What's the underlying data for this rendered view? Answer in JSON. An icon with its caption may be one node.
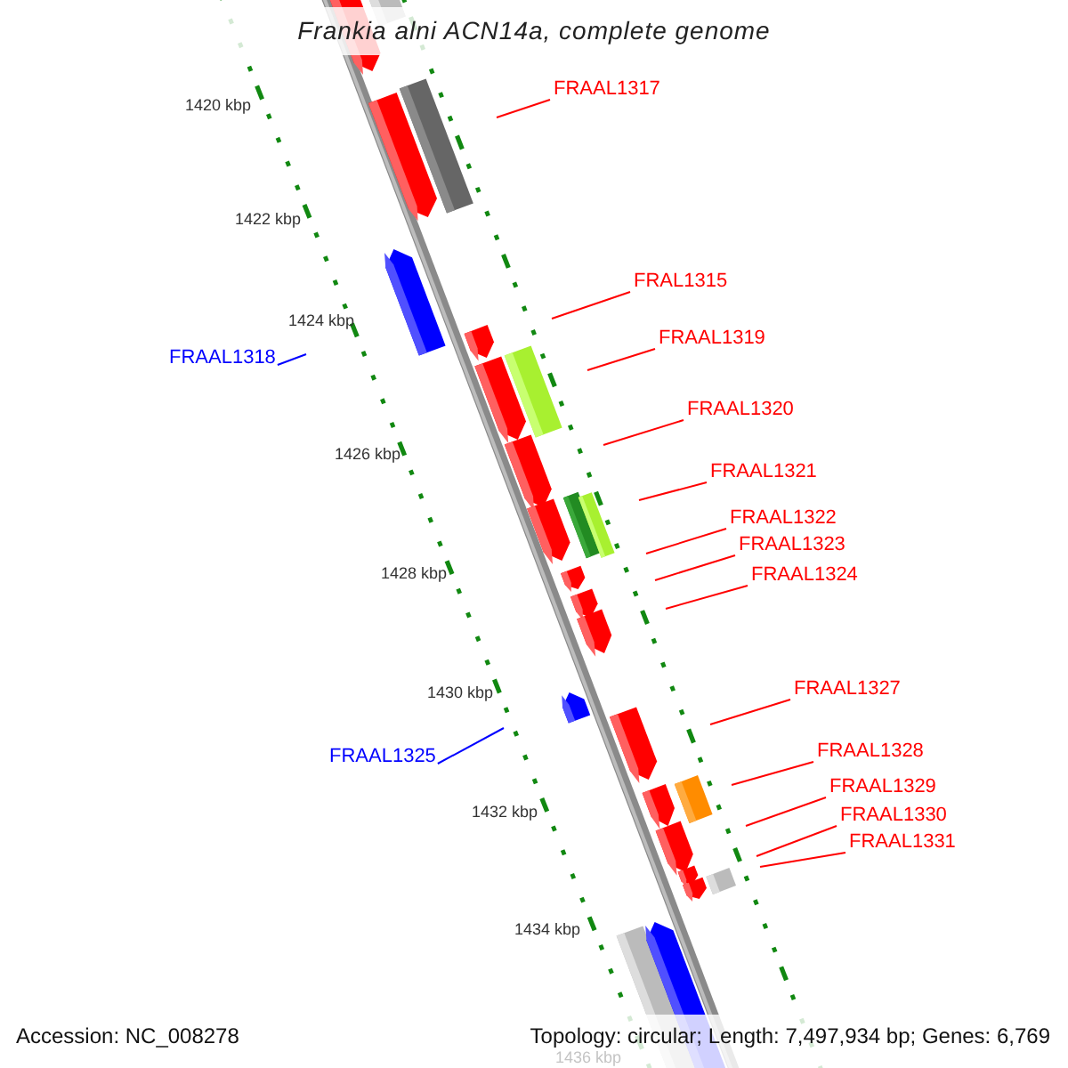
{
  "diagram": {
    "title": "Frankia alni ACN14a, complete genome",
    "nodes": [
      {
        "text": [
          "FRAAL1317"
        ]
      },
      {
        "text": [
          "FRAL1315"
        ]
      },
      {
        "text": [
          "FRAAL1319"
        ]
      },
      {
        "text": [
          "FRAAL1318"
        ]
      },
      {
        "text": [
          "FRAAL1320"
        ]
      },
      {
        "text": [
          "FRAAL1321"
        ]
      },
      {
        "text": [
          "FRAAL1322"
        ]
      },
      {
        "text": [
          "FRAAL1323"
        ]
      },
      {
        "text": [
          "FRAAL1324"
        ]
      },
      {
        "text": [
          "FRAAL1327"
        ]
      },
      {
        "text": [
          "FRAAL1328"
        ]
      },
      {
        "text": [
          "FRAAL1325"
        ]
      },
      {
        "text": [
          "FRAAL1329"
        ]
      },
      {
        "text": [
          "FRAAL1330"
        ]
      },
      {
        "text": [
          "FRAAL1331"
        ]
      }
    ],
    "edges": [
      {
        "from": 0,
        "to": null,
        "arrow": "none"
      },
      {
        "from": 1,
        "to": null,
        "arrow": "none"
      },
      {
        "from": 2,
        "to": null,
        "arrow": "none"
      },
      {
        "from": 3,
        "to": null,
        "arrow": "none",
        "color": "#0000ff"
      },
      {
        "from": 4,
        "to": null,
        "arrow": "none"
      },
      {
        "from": 5,
        "to": null,
        "arrow": "none"
      },
      {
        "from": 6,
        "to": null,
        "arrow": "none"
      },
      {
        "from": 7,
        "to": null,
        "arrow": "none"
      },
      {
        "from": 8,
        "to": null,
        "arrow": "none"
      },
      {
        "from": 9,
        "to": null,
        "arrow": "none"
      },
      {
        "from": 10,
        "to": null,
        "arrow": "none"
      },
      {
        "from": 11,
        "to": null,
        "arrow": "none",
        "color": "#0000ff"
      },
      {
        "from": 12,
        "to": null,
        "arrow": "none"
      },
      {
        "from": 13,
        "to": null,
        "arrow": "none"
      },
      {
        "from": 14,
        "to": null,
        "arrow": "none"
      }
    ],
    "labels": [
      "1420 kbp",
      "1422 kbp",
      "1424 kbp",
      "1426 kbp",
      "1428 kbp",
      "1430 kbp",
      "1432 kbp",
      "1434 kbp",
      "Accession: NC_008278",
      "Topology: circular; Length: 7,497,934 bp; Genes: 6,769",
      "1436 kbp"
    ]
  }
}
